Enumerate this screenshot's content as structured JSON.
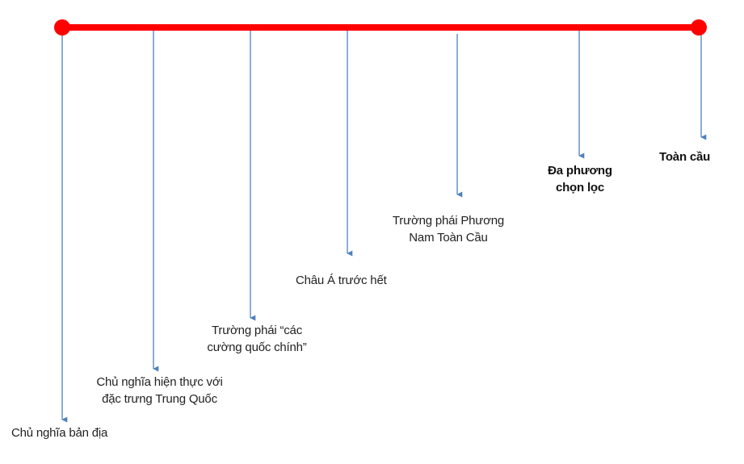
{
  "diagram": {
    "line_color": "#ff0000",
    "arrow_color": "#4f81bd",
    "stages": [
      {
        "lines": [
          "Chủ nghĩa bản địa"
        ],
        "bold": false
      },
      {
        "lines": [
          "Chủ nghĩa hiện thực với",
          "đặc trưng Trung Quốc"
        ],
        "bold": false
      },
      {
        "lines": [
          "Trường phái “các",
          "cường quốc chính”"
        ],
        "bold": false
      },
      {
        "lines": [
          "Châu Á trước hết"
        ],
        "bold": false
      },
      {
        "lines": [
          "Trường phái Phương",
          "Nam Toàn Cầu"
        ],
        "bold": false
      },
      {
        "lines": [
          "Đa phương",
          "chọn lọc"
        ],
        "bold": true
      },
      {
        "lines": [
          "Toàn cầu"
        ],
        "bold": true
      }
    ]
  }
}
